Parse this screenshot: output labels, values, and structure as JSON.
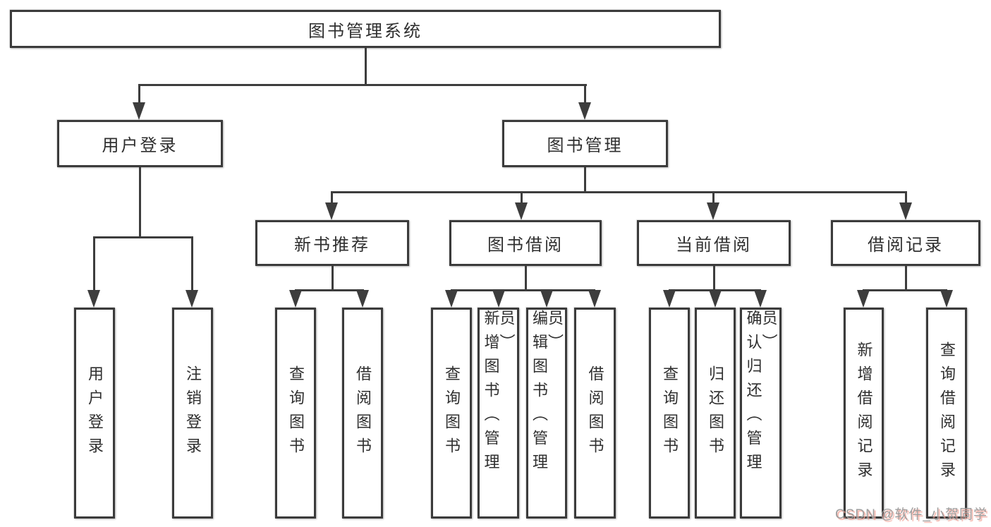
{
  "diagram": {
    "root_label": "图书管理系统",
    "level2": [
      "用户登录",
      "图书管理"
    ],
    "level3": [
      "新书推荐",
      "图书借阅",
      "当前借阅",
      "借阅记录"
    ],
    "leaves": {
      "user_login_group": [
        "用户登录",
        "注销登录"
      ],
      "new_book_group": [
        "查询图书",
        "借阅图书"
      ],
      "book_borrow_group": [
        "查询图书",
        "新增图书（管理员）",
        "编辑图书（管理员）",
        "借阅图书"
      ],
      "current_borrow_group": [
        "查询图书",
        "归还图书",
        "确认归还（管理员）"
      ],
      "borrow_records_group": [
        "新增借阅记录",
        "查询借阅记录"
      ]
    }
  },
  "watermark": {
    "text": "CSDN @软件_小贺同学"
  },
  "colors": {
    "line": "#3d3d3d",
    "border": "#3b3b3b",
    "text": "#2f2f2f",
    "background": "#ffffff",
    "watermark_text": "#9e9e9e",
    "watermark_shadow": "#f3a498"
  }
}
